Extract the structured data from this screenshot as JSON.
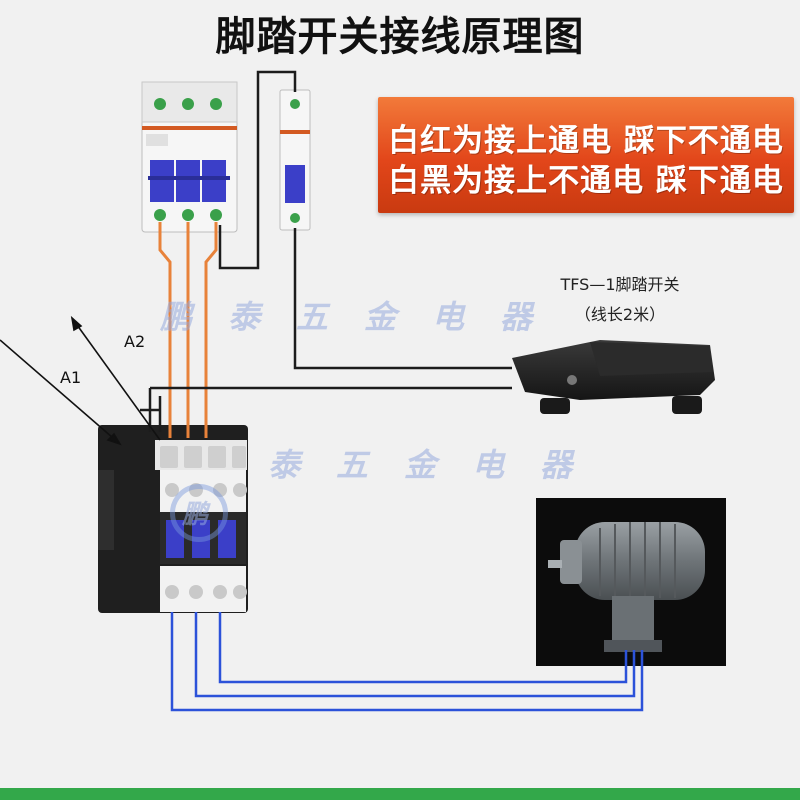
{
  "title": "脚踏开关接线原理图",
  "banner": {
    "line1": "白红为接上通电 踩下不通电",
    "line2": "白黑为接上不通电 踩下通电"
  },
  "pedal": {
    "label": "TFS—1脚踏开关",
    "sublabel": "（线长2米）"
  },
  "labels": {
    "a1": "A1",
    "a2": "A2"
  },
  "watermark": {
    "text_top": "鹏泰五金电器",
    "text_bottom": "泰五金电器",
    "logo_char": "鹏"
  },
  "colors": {
    "wire_orange": "#e8823a",
    "wire_black": "#1c1c1c",
    "wire_blue": "#2c52d9",
    "banner_orange": "#e2461a",
    "footer_green": "#33a84a",
    "breaker_handle": "#3b3fc8"
  }
}
